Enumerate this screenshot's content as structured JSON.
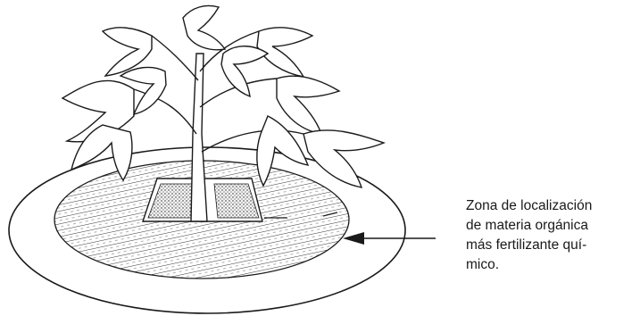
{
  "caption": {
    "lines": [
      "Zona de localización",
      "de materia orgánica",
      "más fertilizante quí-",
      "mico."
    ]
  },
  "icons": {
    "plant": "plant-illustration",
    "pointer": "arrow-left-icon"
  },
  "colors": {
    "ink": "#1a1a1a",
    "background": "#ffffff"
  }
}
